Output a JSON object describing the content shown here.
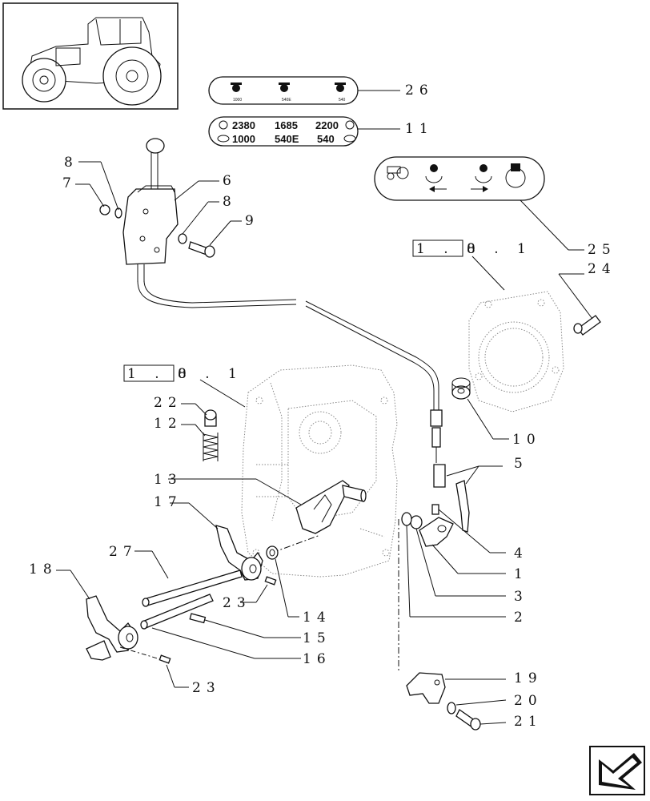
{
  "decal_26": {
    "labels": [
      "1000",
      "540E",
      "540"
    ]
  },
  "decal_11": {
    "row1": [
      "2380",
      "1685",
      "2200"
    ],
    "row2": [
      "1000",
      "540E",
      "540"
    ]
  },
  "ref_box": {
    "boxed": "1 . 8",
    "rest": "0 . 1"
  },
  "callouts": {
    "c26": "26",
    "c11": "11",
    "c25": "25",
    "c24": "24",
    "c8a": "8",
    "c7": "7",
    "c6": "6",
    "c8b": "8",
    "c9": "9",
    "c10": "10",
    "c5": "5",
    "c4": "4",
    "c1": "1",
    "c3": "3",
    "c2": "2",
    "c22": "22",
    "c12": "12",
    "c13": "13",
    "c17": "17",
    "c27": "27",
    "c18": "18",
    "c23a": "23",
    "c14": "14",
    "c15": "15",
    "c16": "16",
    "c23b": "23",
    "c19": "19",
    "c20": "20",
    "c21": "21"
  },
  "icons": {
    "thumbnail": "tractor-thumbnail-icon",
    "nav": "next-page-arrow-icon"
  }
}
